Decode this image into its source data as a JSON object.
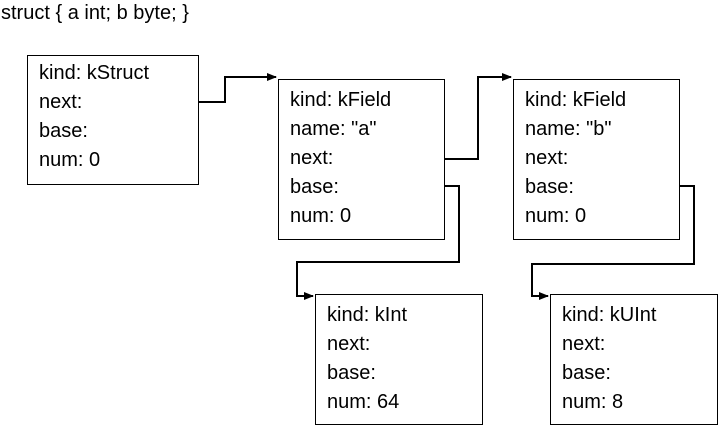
{
  "title": "struct { a int; b byte; }",
  "nodes": [
    {
      "kind": "kind: kStruct",
      "next": "next:",
      "base": "base:",
      "num": "num: 0"
    },
    {
      "kind": "kind: kField",
      "name": "name: \"a\"",
      "next": "next:",
      "base": "base:",
      "num": "num: 0"
    },
    {
      "kind": "kind: kField",
      "name": "name: \"b\"",
      "next": "next:",
      "base": "base:",
      "num": "num: 0"
    },
    {
      "kind": "kind: kInt",
      "next": "next:",
      "base": "base:",
      "num": "num: 64"
    },
    {
      "kind": "kind: kUInt",
      "next": "next:",
      "base": "base:",
      "num": "num: 8"
    }
  ]
}
